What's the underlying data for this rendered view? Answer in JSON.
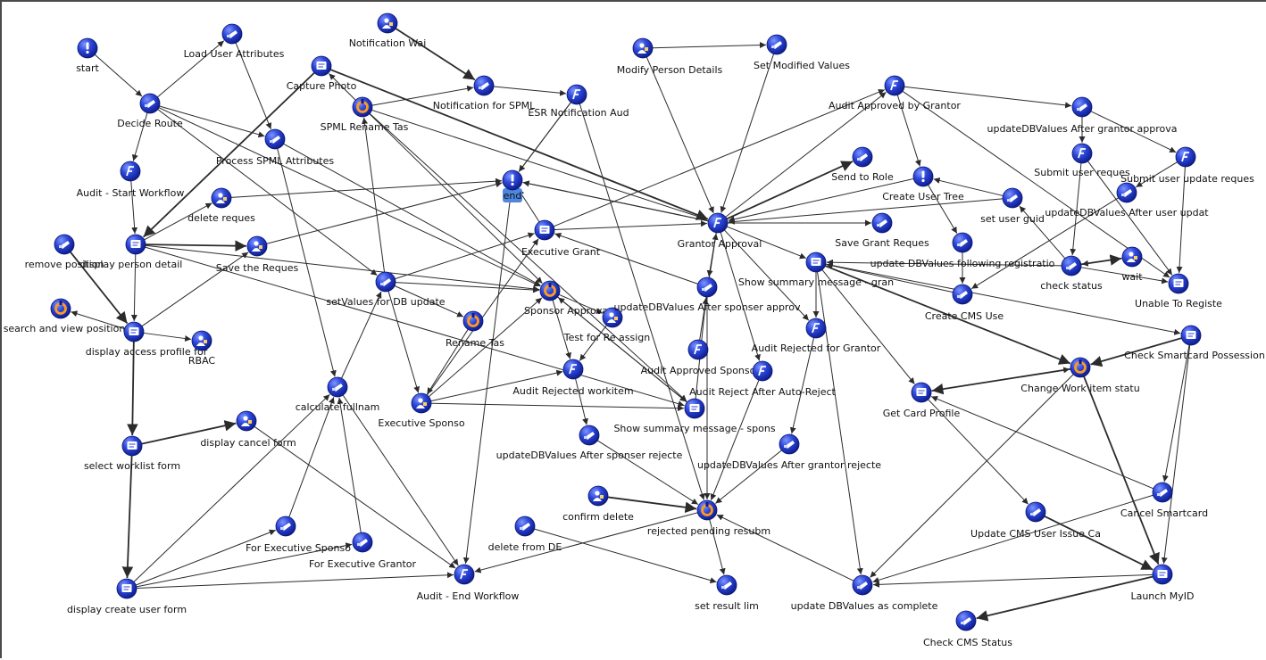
{
  "colors": {
    "node_dark": "#0c1a8a",
    "node_mid": "#2c46d8",
    "node_light": "#7f96ff",
    "end_box": "#4f86e0",
    "edge": "#2b2b2b"
  },
  "nodes": [
    {
      "id": "start",
      "label": "start",
      "icon": "exclaim-icon"
    },
    {
      "id": "lua",
      "label": "Load User Attributes",
      "icon": "hand-icon"
    },
    {
      "id": "decide",
      "label": "Decide Route",
      "icon": "hand-icon"
    },
    {
      "id": "auditstart",
      "label": "Audit - Start Workflow",
      "icon": "script-icon"
    },
    {
      "id": "pspml",
      "label": "Process SPML Attributes",
      "icon": "hand-icon"
    },
    {
      "id": "capture",
      "label": "Capture Photo",
      "icon": "form-icon"
    },
    {
      "id": "notifwait",
      "label": "Notification Wai",
      "icon": "person-icon"
    },
    {
      "id": "notifspml",
      "label": "Notification for SPML",
      "icon": "hand-icon"
    },
    {
      "id": "esraud",
      "label": "ESR Notification Aud",
      "icon": "script-icon"
    },
    {
      "id": "spmlrename",
      "label": "SPML Rename Tas",
      "icon": "cycle-icon"
    },
    {
      "id": "end",
      "label": "end",
      "icon": "exclaim-icon"
    },
    {
      "id": "delreq",
      "label": "delete reques",
      "icon": "person-icon"
    },
    {
      "id": "dispperson",
      "label": "display person detail",
      "icon": "form-icon"
    },
    {
      "id": "savereq",
      "label": "Save the Reques",
      "icon": "person-icon"
    },
    {
      "id": "removepos",
      "label": "remove position",
      "icon": "hand-icon"
    },
    {
      "id": "searchpos",
      "label": "search and view position",
      "icon": "cycle-icon"
    },
    {
      "id": "dispaccess",
      "label": "display access profile for",
      "icon": "form-icon"
    },
    {
      "id": "rbac",
      "label": "RBAC",
      "icon": "person-icon"
    },
    {
      "id": "setvals",
      "label": "setValues for DB update",
      "icon": "hand-icon"
    },
    {
      "id": "renametas",
      "label": "Rename Tas",
      "icon": "cycle-icon"
    },
    {
      "id": "execgrant",
      "label": "Executive Grant",
      "icon": "form-icon"
    },
    {
      "id": "sponsorappr",
      "label": "Sponsor Approva",
      "icon": "cycle-icon"
    },
    {
      "id": "testreassign",
      "label": "Test for Re assign",
      "icon": "person-icon"
    },
    {
      "id": "updsponsappr",
      "label": "updateDBValues After sponser approv",
      "icon": "hand-icon"
    },
    {
      "id": "calcfull",
      "label": "calculate fullnam",
      "icon": "hand-icon"
    },
    {
      "id": "dispcancel",
      "label": "display cancel form",
      "icon": "person-icon"
    },
    {
      "id": "selworklist",
      "label": "select worklist form",
      "icon": "form-icon"
    },
    {
      "id": "execsponso",
      "label": "Executive Sponso",
      "icon": "person-icon"
    },
    {
      "id": "auditrejwork",
      "label": "Audit Rejected workitem",
      "icon": "script-icon"
    },
    {
      "id": "showsumspon",
      "label": "Show summary message - spons",
      "icon": "form-icon"
    },
    {
      "id": "updsponsrej",
      "label": "updateDBValues After sponser rejecte",
      "icon": "hand-icon"
    },
    {
      "id": "forexecsponso",
      "label": "For Executive Sponso",
      "icon": "hand-icon"
    },
    {
      "id": "forexecgrantor",
      "label": "For Executive Grantor",
      "icon": "hand-icon"
    },
    {
      "id": "dispcreate",
      "label": "display create user form",
      "icon": "form-icon"
    },
    {
      "id": "auditend",
      "label": "Audit - End Workflow",
      "icon": "script-icon"
    },
    {
      "id": "confdel",
      "label": "confirm delete",
      "icon": "person-icon"
    },
    {
      "id": "delfromdb",
      "label": "delete from DE",
      "icon": "hand-icon"
    },
    {
      "id": "rejpend",
      "label": "rejected pending resubm",
      "icon": "cycle-icon"
    },
    {
      "id": "setresult",
      "label": "set result lim",
      "icon": "hand-icon"
    },
    {
      "id": "modperson",
      "label": "Modify Person Details",
      "icon": "person-icon"
    },
    {
      "id": "setmodvals",
      "label": "Set Modified Values",
      "icon": "hand-icon"
    },
    {
      "id": "grantorappr",
      "label": "Grantor Approval",
      "icon": "script-icon"
    },
    {
      "id": "auditapprsponso",
      "label": "Audit Approved Sponso",
      "icon": "script-icon"
    },
    {
      "id": "auditrejauto",
      "label": "Audit Reject After Auto-Reject",
      "icon": "script-icon"
    },
    {
      "id": "auditrejgrantor",
      "label": "Audit Rejected for Grantor",
      "icon": "script-icon"
    },
    {
      "id": "updgrantrej",
      "label": "updateDBValues After grantor rejecte",
      "icon": "hand-icon"
    },
    {
      "id": "showsumgran",
      "label": "Show summary message - gran",
      "icon": "form-icon"
    },
    {
      "id": "savegrant",
      "label": "Save Grant Reques",
      "icon": "hand-icon"
    },
    {
      "id": "sendrole",
      "label": "Send to Role",
      "icon": "hand-icon"
    },
    {
      "id": "auditapprgrantor",
      "label": "Audit Approved by Grantor",
      "icon": "script-icon"
    },
    {
      "id": "createusertree",
      "label": "Create User Tree",
      "icon": "exclaim-icon"
    },
    {
      "id": "setuserguid",
      "label": "set user guid",
      "icon": "hand-icon"
    },
    {
      "id": "upddbfollow",
      "label": "update DBValues following registratio",
      "icon": "hand-icon"
    },
    {
      "id": "createcms",
      "label": "Create CMS Use",
      "icon": "hand-icon"
    },
    {
      "id": "updgrantorappr",
      "label": "updateDBValues After grantor approva",
      "icon": "hand-icon"
    },
    {
      "id": "submitreq",
      "label": "Submit user reques",
      "icon": "script-icon"
    },
    {
      "id": "submitupd",
      "label": "Submit user update reques",
      "icon": "script-icon"
    },
    {
      "id": "upduserupd",
      "label": "updateDBValues After user updat",
      "icon": "hand-icon"
    },
    {
      "id": "checkstatus",
      "label": "check status",
      "icon": "hand-icon"
    },
    {
      "id": "wait",
      "label": "wait",
      "icon": "person-icon"
    },
    {
      "id": "unablereg",
      "label": "Unable To Registe",
      "icon": "form-icon"
    },
    {
      "id": "checksmart",
      "label": "Check Smartcard Possession",
      "icon": "form-icon"
    },
    {
      "id": "changework",
      "label": "Change Work item statu",
      "icon": "cycle-icon"
    },
    {
      "id": "getcard",
      "label": "Get Card Profile",
      "icon": "form-icon"
    },
    {
      "id": "cancelsmart",
      "label": "Cancel Smartcard",
      "icon": "hand-icon"
    },
    {
      "id": "updcmsissue",
      "label": "Update CMS User Issue Ca",
      "icon": "hand-icon"
    },
    {
      "id": "launchmyid",
      "label": "Launch MyID",
      "icon": "form-icon"
    },
    {
      "id": "upddbcomplete",
      "label": "update DBValues as complete",
      "icon": "hand-icon"
    },
    {
      "id": "checkcms",
      "label": "Check CMS Status",
      "icon": "hand-icon"
    }
  ]
}
